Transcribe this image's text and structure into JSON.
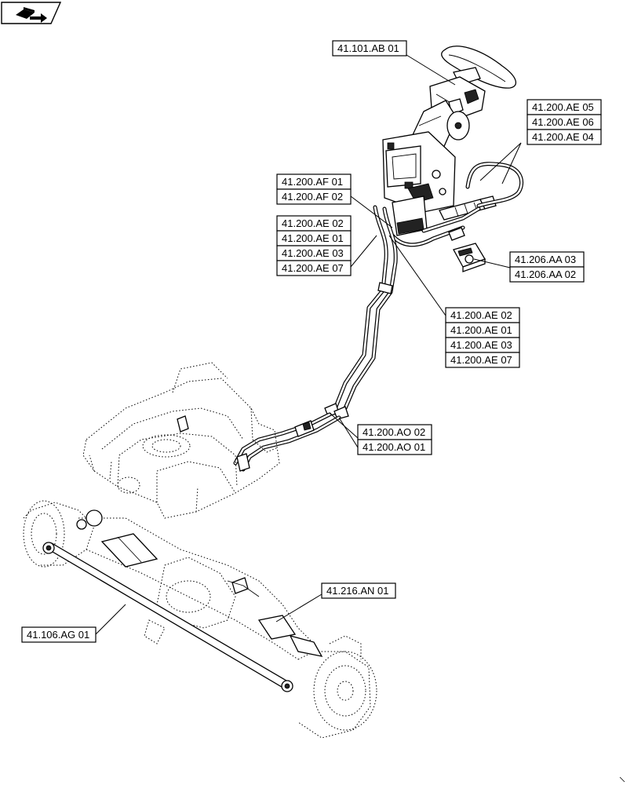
{
  "nav": {
    "icon": "book-arrow-icon"
  },
  "callouts": {
    "steering_column": "41.101.AB 01",
    "ae05": "41.200.AE 05",
    "ae06": "41.200.AE 06",
    "ae04_top": "41.200.AE 04",
    "af01": "41.200.AF 01",
    "af02": "41.200.AF 02",
    "ae02_left": "41.200.AE 02",
    "ae01_left": "41.200.AE 01",
    "ae03_left": "41.200.AE 03",
    "ae07_left": "41.200.AE 07",
    "aa03": "41.206.AA 03",
    "aa02": "41.206.AA 02",
    "ae02_right": "41.200.AE 02",
    "ae01_right": "41.200.AE 01",
    "ae03_right": "41.200.AE 03",
    "ae07_right": "41.200.AE 07",
    "ao02": "41.200.AO 02",
    "ao01": "41.200.AO 01",
    "an01": "41.216.AN 01",
    "ag01": "41.106.AG 01"
  }
}
